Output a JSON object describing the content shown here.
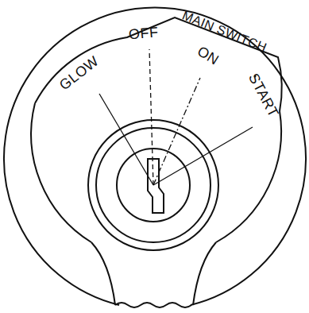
{
  "diagram": {
    "labels": [
      "MAIN SWITCH",
      "GLOW",
      "OFF",
      "ON",
      "START"
    ]
  }
}
